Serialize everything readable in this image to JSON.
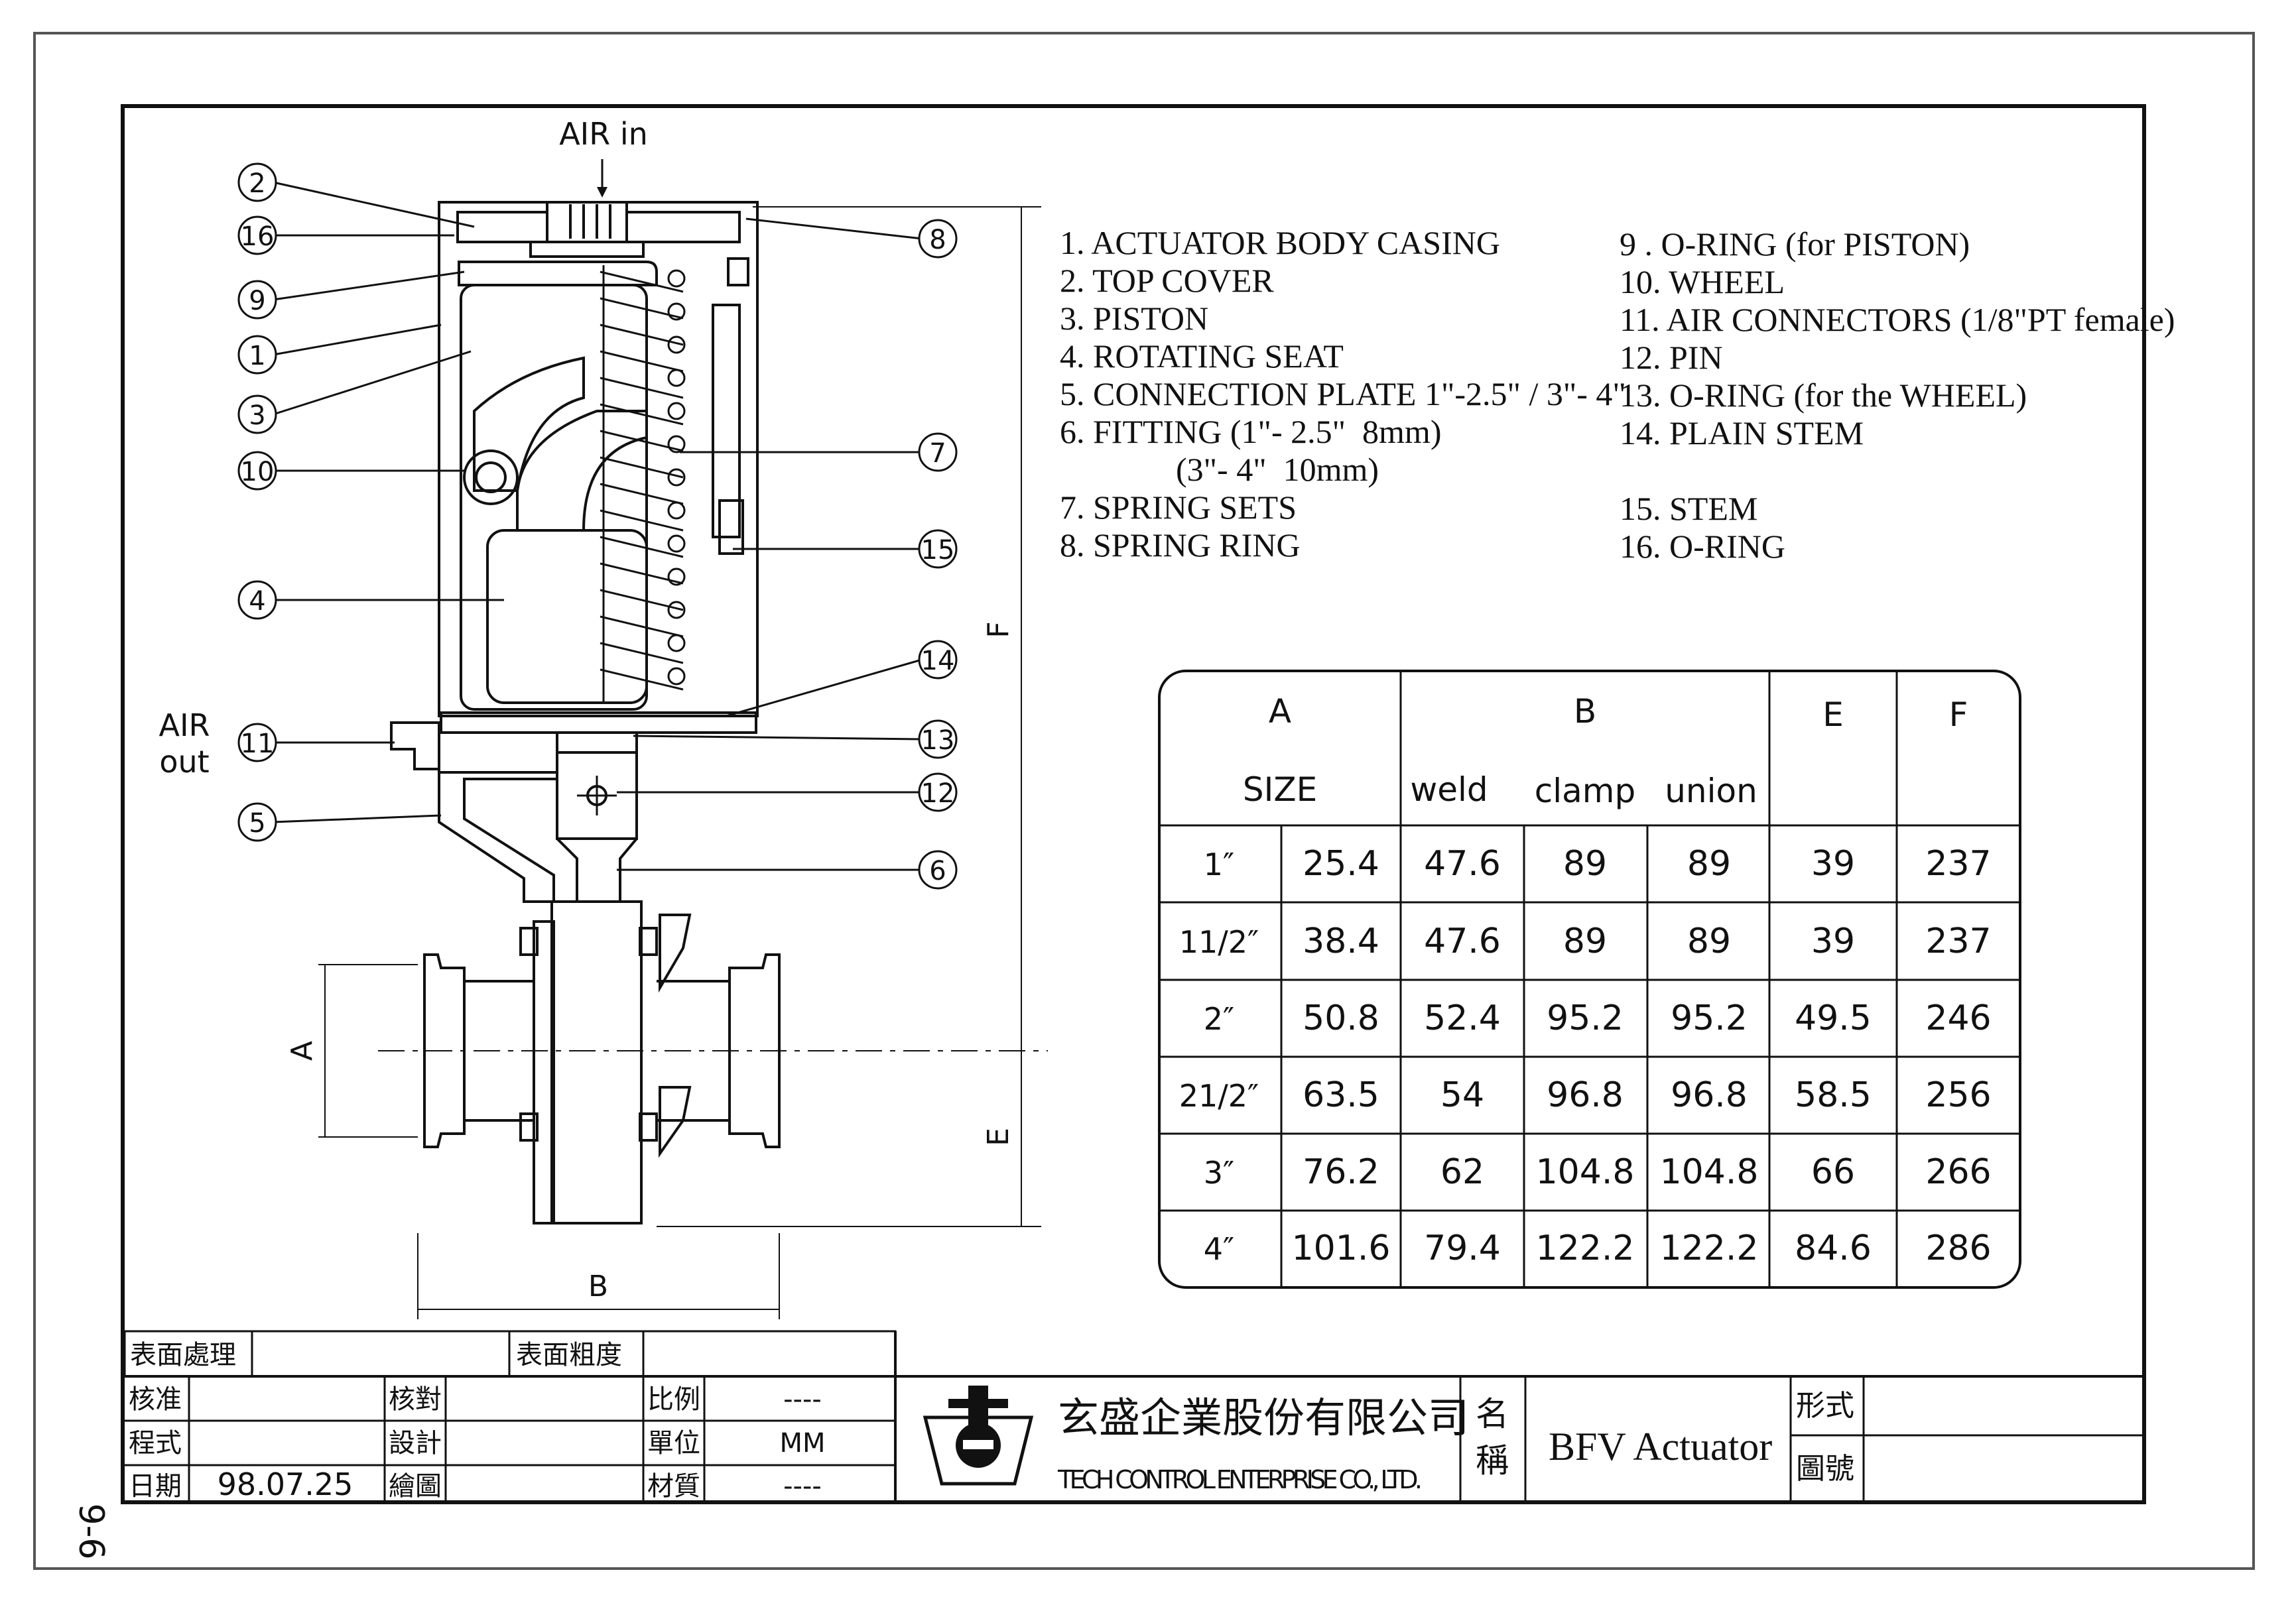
{
  "page_number": "9-6",
  "labels": {
    "air_in": "AIR in",
    "air_out_1": "AIR",
    "air_out_2": "out",
    "dim_a": "A",
    "dim_b": "B",
    "dim_e": "E",
    "dim_f": "F"
  },
  "callouts": [
    "2",
    "16",
    "9",
    "1",
    "3",
    "10",
    "4",
    "11",
    "5",
    "8",
    "7",
    "15",
    "14",
    "13",
    "12",
    "6"
  ],
  "parts_left": [
    "1. ACTUATOR BODY CASING",
    "2. TOP COVER",
    "3. PISTON",
    "4. ROTATING SEAT",
    "5. CONNECTION PLATE 1\"-2.5\" / 3\"- 4\"",
    "6. FITTING (1\"- 2.5\"  8mm)",
    "              (3\"- 4\"  10mm)",
    "7. SPRING SETS",
    "8. SPRING RING"
  ],
  "parts_right": [
    "9 . O-RING (for PISTON)",
    "10. WHEEL",
    "11. AIR CONNECTORS (1/8\"PT female)",
    "12. PIN",
    "13. O-RING (for the WHEEL)",
    "14. PLAIN STEM",
    "",
    "15. STEM",
    "16. O-RING"
  ],
  "table": {
    "header_a": "A",
    "header_b": "B",
    "header_e": "E",
    "header_f": "F",
    "sub_size": "SIZE",
    "sub_weld": "weld",
    "sub_clamp": "clamp",
    "sub_union": "union",
    "rows": [
      [
        "1″",
        "25.4",
        "47.6",
        "89",
        "89",
        "39",
        "237"
      ],
      [
        "11/2″",
        "38.4",
        "47.6",
        "89",
        "89",
        "39",
        "237"
      ],
      [
        "2″",
        "50.8",
        "52.4",
        "95.2",
        "95.2",
        "49.5",
        "246"
      ],
      [
        "21/2″",
        "63.5",
        "54",
        "96.8",
        "96.8",
        "58.5",
        "256"
      ],
      [
        "3″",
        "76.2",
        "62",
        "104.8",
        "104.8",
        "66",
        "266"
      ],
      [
        "4″",
        "101.6",
        "79.4",
        "122.2",
        "122.2",
        "84.6",
        "286"
      ]
    ]
  },
  "title_block": {
    "surface_treatment": "表面處理",
    "surface_roughness": "表面粗度",
    "approve": "核准",
    "check": "核對",
    "scale": "比例",
    "scale_value": "----",
    "program": "程式",
    "design": "設計",
    "unit": "單位",
    "unit_value": "MM",
    "date": "日期",
    "date_value": "98.07.25",
    "drawn": "繪圖",
    "material": "材質",
    "material_value": "----",
    "company_cn": "玄盛企業股份有限公司",
    "company_en": "TECH CONTROL ENTERPRISE CO., LTD.",
    "name_label_1": "名",
    "name_label_2": "稱",
    "model": "BFV Actuator",
    "form": "形式",
    "drawing_no": "圖號"
  }
}
